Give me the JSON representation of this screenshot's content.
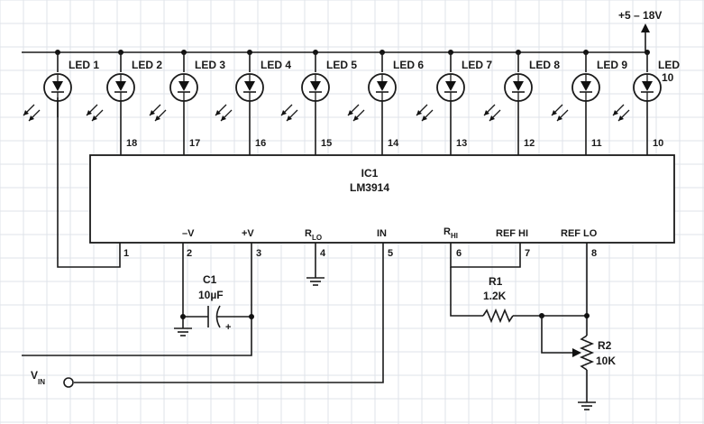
{
  "supply": {
    "label": "+5 – 18V"
  },
  "leds": [
    {
      "label": "LED 1",
      "pin": ""
    },
    {
      "label": "LED 2",
      "pin": "18"
    },
    {
      "label": "LED 3",
      "pin": "17"
    },
    {
      "label": "LED 4",
      "pin": "16"
    },
    {
      "label": "LED 5",
      "pin": "15"
    },
    {
      "label": "LED 6",
      "pin": "14"
    },
    {
      "label": "LED 7",
      "pin": "13"
    },
    {
      "label": "LED 8",
      "pin": "12"
    },
    {
      "label": "LED 9",
      "pin": "11"
    },
    {
      "label": "LED",
      "label2": "10",
      "pin": "10"
    }
  ],
  "ic": {
    "ref": "IC1",
    "part": "LM3914",
    "pins": {
      "p1": {
        "num": "1",
        "name": ""
      },
      "p2": {
        "num": "2",
        "name": "–V"
      },
      "p3": {
        "num": "3",
        "name": "+V"
      },
      "p4": {
        "num": "4",
        "name": "R",
        "sub": "LO"
      },
      "p5": {
        "num": "5",
        "name": "IN"
      },
      "p6": {
        "num": "6",
        "name": "R",
        "sub": "HI"
      },
      "p7": {
        "num": "7",
        "name": "REF HI"
      },
      "p8": {
        "num": "8",
        "name": "REF LO"
      }
    }
  },
  "c1": {
    "ref": "C1",
    "value": "10µF",
    "polarity": "+"
  },
  "r1": {
    "ref": "R1",
    "value": "1.2K"
  },
  "r2": {
    "ref": "R2",
    "value": "10K"
  },
  "vin": {
    "label": "V",
    "sub": "IN"
  }
}
